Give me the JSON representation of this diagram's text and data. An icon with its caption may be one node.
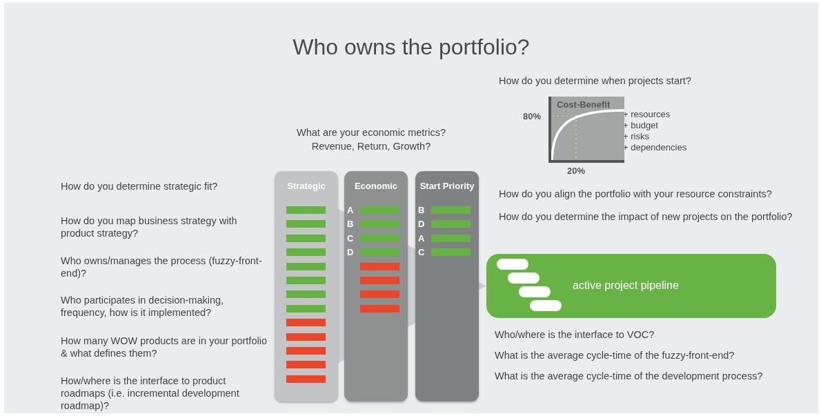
{
  "diagram": {
    "title": "Who owns the portfolio?",
    "nodes": [
      {
        "text": [
          "Strategic"
        ]
      },
      {
        "text": [
          "Economic",
          "A",
          "B",
          "C",
          "D"
        ]
      },
      {
        "text": [
          "Start Priority",
          "B",
          "D",
          "A",
          "C"
        ]
      },
      {
        "text": [
          "active project pipeline"
        ]
      },
      {
        "text": [
          "Cost-Benefit"
        ]
      }
    ],
    "edges": [
      {
        "from": 0,
        "to": 3,
        "arrow": "to",
        "style": "thick"
      }
    ],
    "labels": [
      "How do you determine when projects start?",
      "80%",
      "+ resources",
      "+ budget",
      "+ risks",
      "+ dependencies",
      "20%",
      "What are your economic metrics? Revenue, Return, Growth?",
      "How do you determine strategic fit?",
      "How do you map business strategy with product strategy?",
      "Who owns/manages the process (fuzzy-front-end)?",
      "Who participates in decision-making, frequency, how is it implemented?",
      "How many WOW products are in your portfolio & what defines them?",
      "How/where is the interface to product roadmaps (i.e. incremental development roadmap)?",
      "How do you align the portfolio with your resource constraints?",
      "How do you determine the impact of new projects on the portfolio?",
      "Who/where is the interface to VOC?",
      "What is the average cycle-time of the fuzzy-front-end?",
      "What is the average cycle-time of the development process?"
    ]
  }
}
